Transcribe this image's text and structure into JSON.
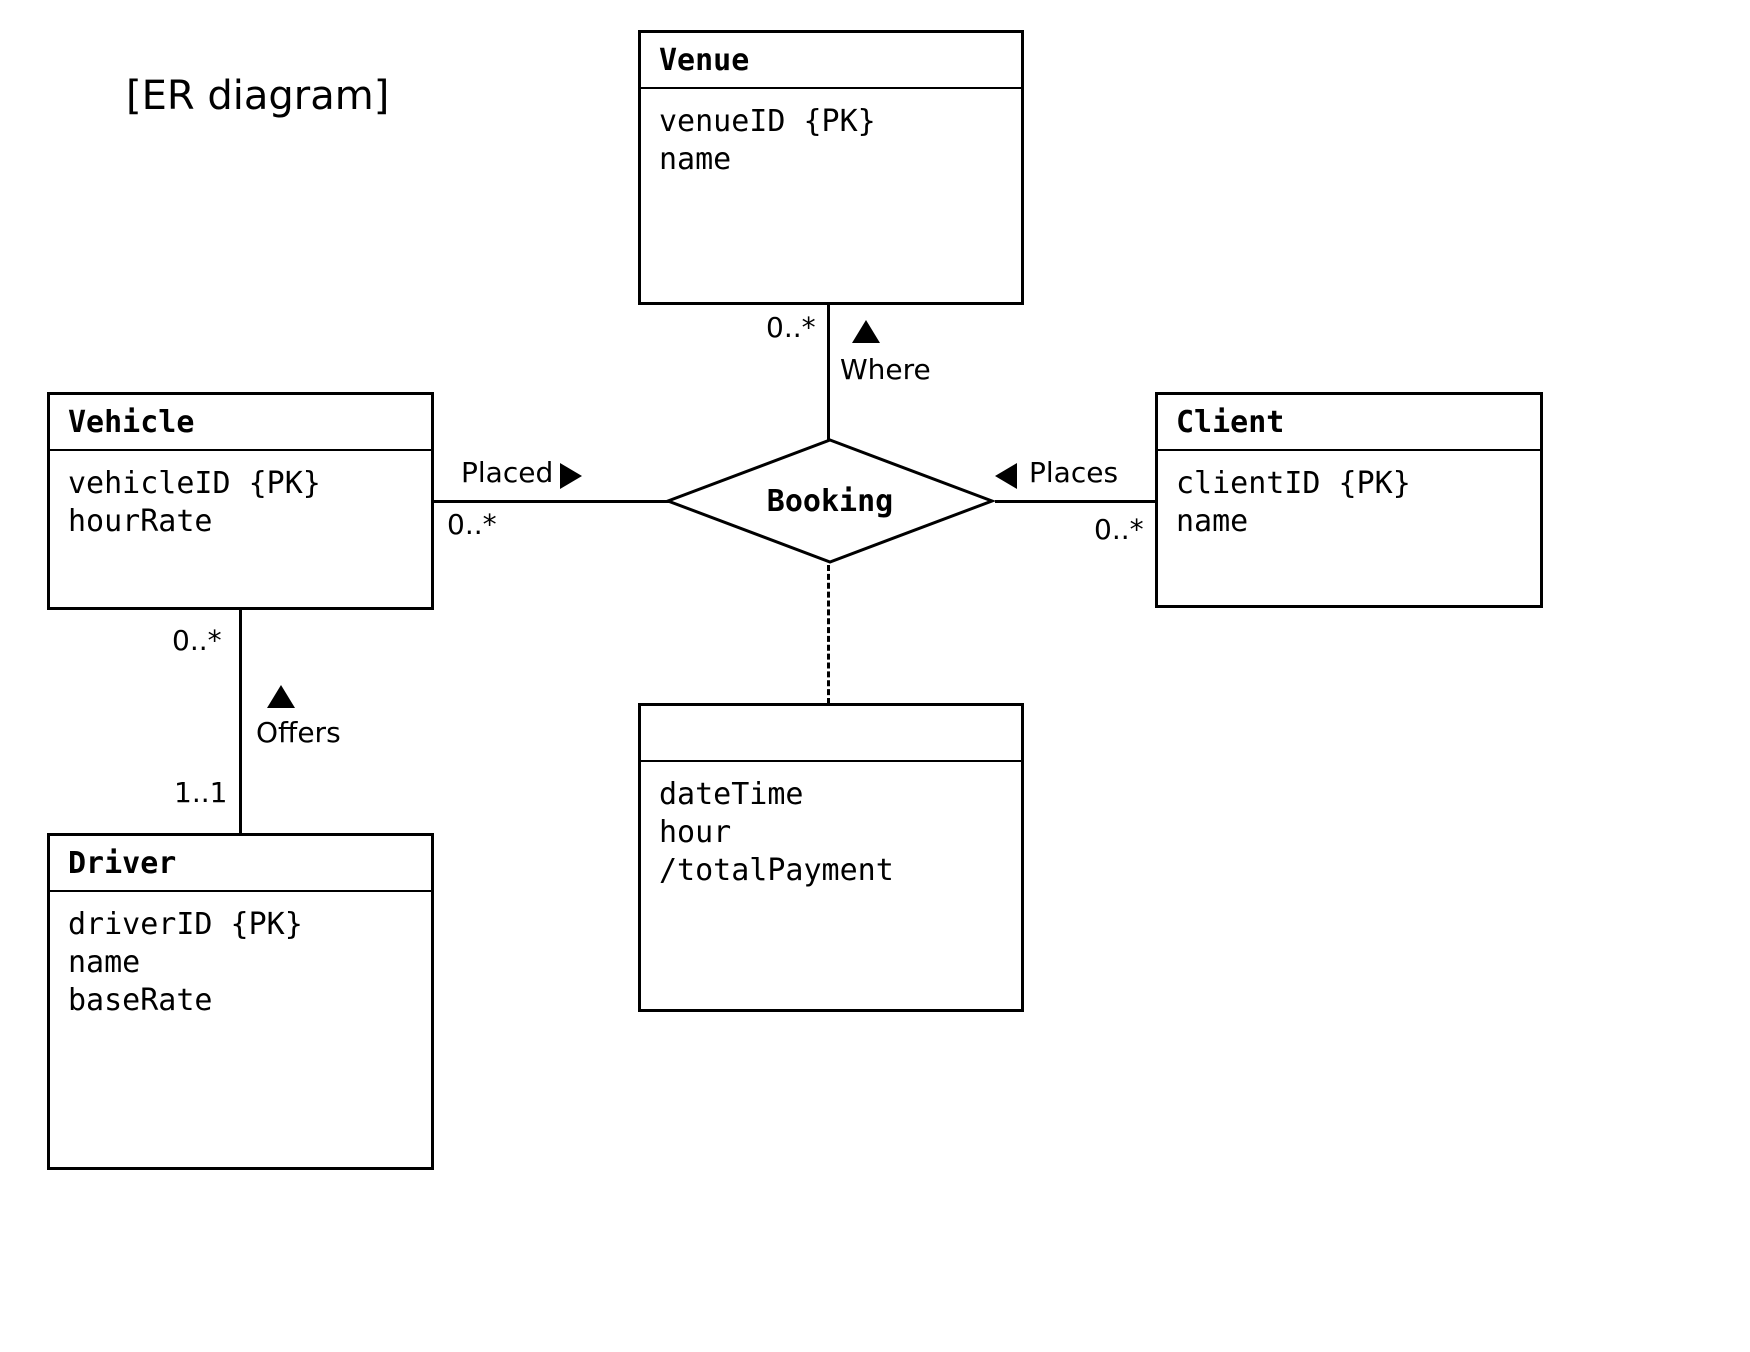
{
  "title": "[ER diagram]",
  "entities": [
    {
      "key": "venue",
      "name": "Venue",
      "attributes": [
        "venueID {PK}",
        "name"
      ]
    },
    {
      "key": "vehicle",
      "name": "Vehicle",
      "attributes": [
        "vehicleID {PK}",
        "hourRate"
      ]
    },
    {
      "key": "client",
      "name": "Client",
      "attributes": [
        "clientID {PK}",
        "name"
      ]
    },
    {
      "key": "driver",
      "name": "Driver",
      "attributes": [
        "driverID {PK}",
        "name",
        "baseRate"
      ]
    },
    {
      "key": "booking_attributes",
      "name": "",
      "attributes": [
        "dateTime",
        "hour",
        "/totalPayment"
      ]
    }
  ],
  "relationships": [
    {
      "key": "booking",
      "name": "Booking"
    }
  ],
  "connectors": {
    "venue_booking": {
      "multiplicity": "0..*",
      "label": "Where",
      "arrow": "triangle-up"
    },
    "vehicle_booking": {
      "multiplicity": "0..*",
      "label": "Placed",
      "arrow": "triangle-right"
    },
    "client_booking": {
      "multiplicity": "0..*",
      "label": "Places",
      "arrow": "triangle-left"
    },
    "vehicle_driver": {
      "multiplicity_top": "0..*",
      "multiplicity_bottom": "1..1",
      "label": "Offers",
      "arrow": "triangle-up"
    }
  },
  "colors": {
    "stroke": "#000000",
    "background": "#ffffff"
  }
}
